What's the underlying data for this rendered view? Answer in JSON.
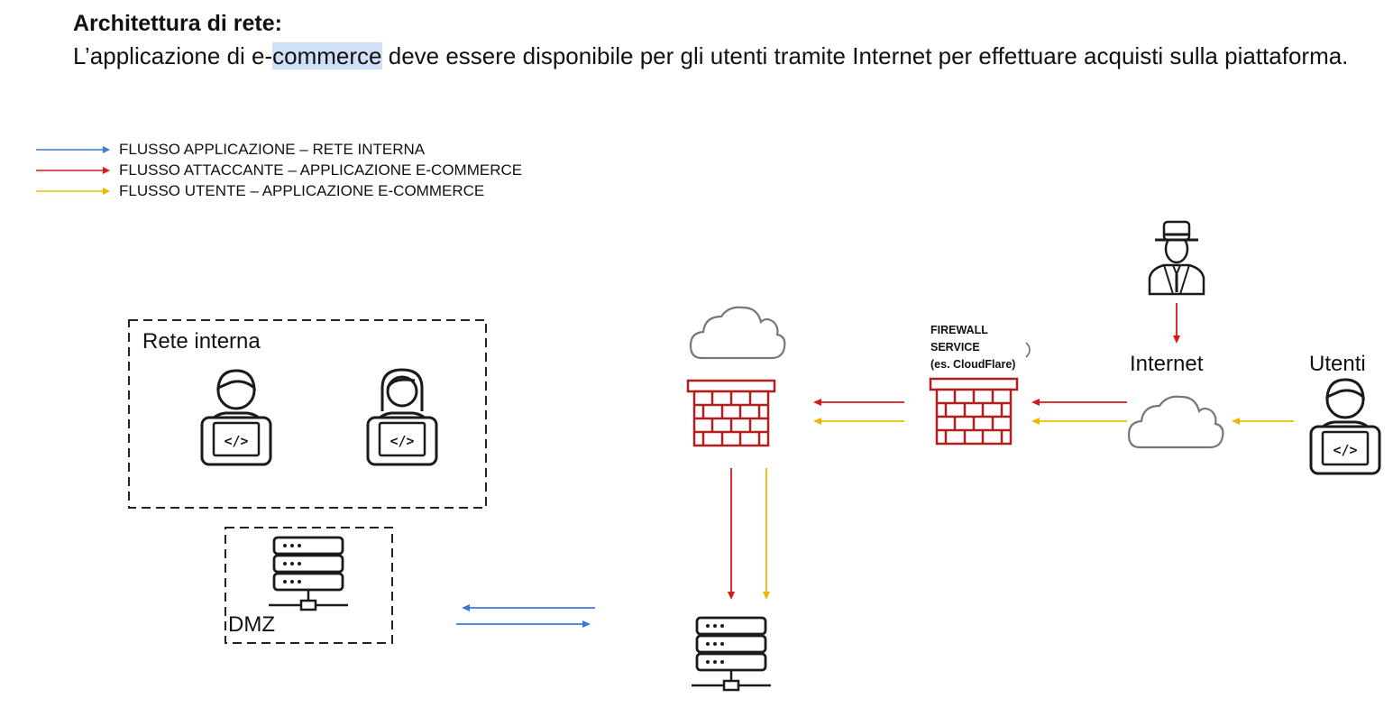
{
  "header": {
    "title": "Architettura di rete:",
    "subtitle_before": "L’applicazione di e-",
    "subtitle_highlight": "commerce",
    "subtitle_after": " deve essere disponibile per gli utenti tramite Internet per effettuare acquisti sulla piattaforma."
  },
  "legend": [
    {
      "label": "FLUSSO APPLICAZIONE – RETE INTERNA",
      "color": "#3b78d8"
    },
    {
      "label": "FLUSSO ATTACCANTE – APPLICAZIONE E-COMMERCE",
      "color": "#d51a1a"
    },
    {
      "label": "FLUSSO UTENTE – APPLICAZIONE E-COMMERCE",
      "color": "#f0b700"
    }
  ],
  "zones": {
    "internal_network": "Rete interna",
    "dmz": "DMZ"
  },
  "nodes": {
    "internet": "Internet",
    "users": "Utenti",
    "firewall_service": [
      "FIREWALL",
      "SERVICE",
      "(es. CloudFlare)"
    ]
  },
  "colors": {
    "blue": "#3b78d8",
    "red": "#d51a1a",
    "yellow": "#f0b700",
    "firewall": "#b01e1e",
    "highlight": "#cfe0f7"
  },
  "icons": [
    "developer-male-icon",
    "developer-female-icon",
    "developer-user-icon",
    "attacker-icon",
    "cloud-icon",
    "firewall-icon",
    "server-icon"
  ]
}
